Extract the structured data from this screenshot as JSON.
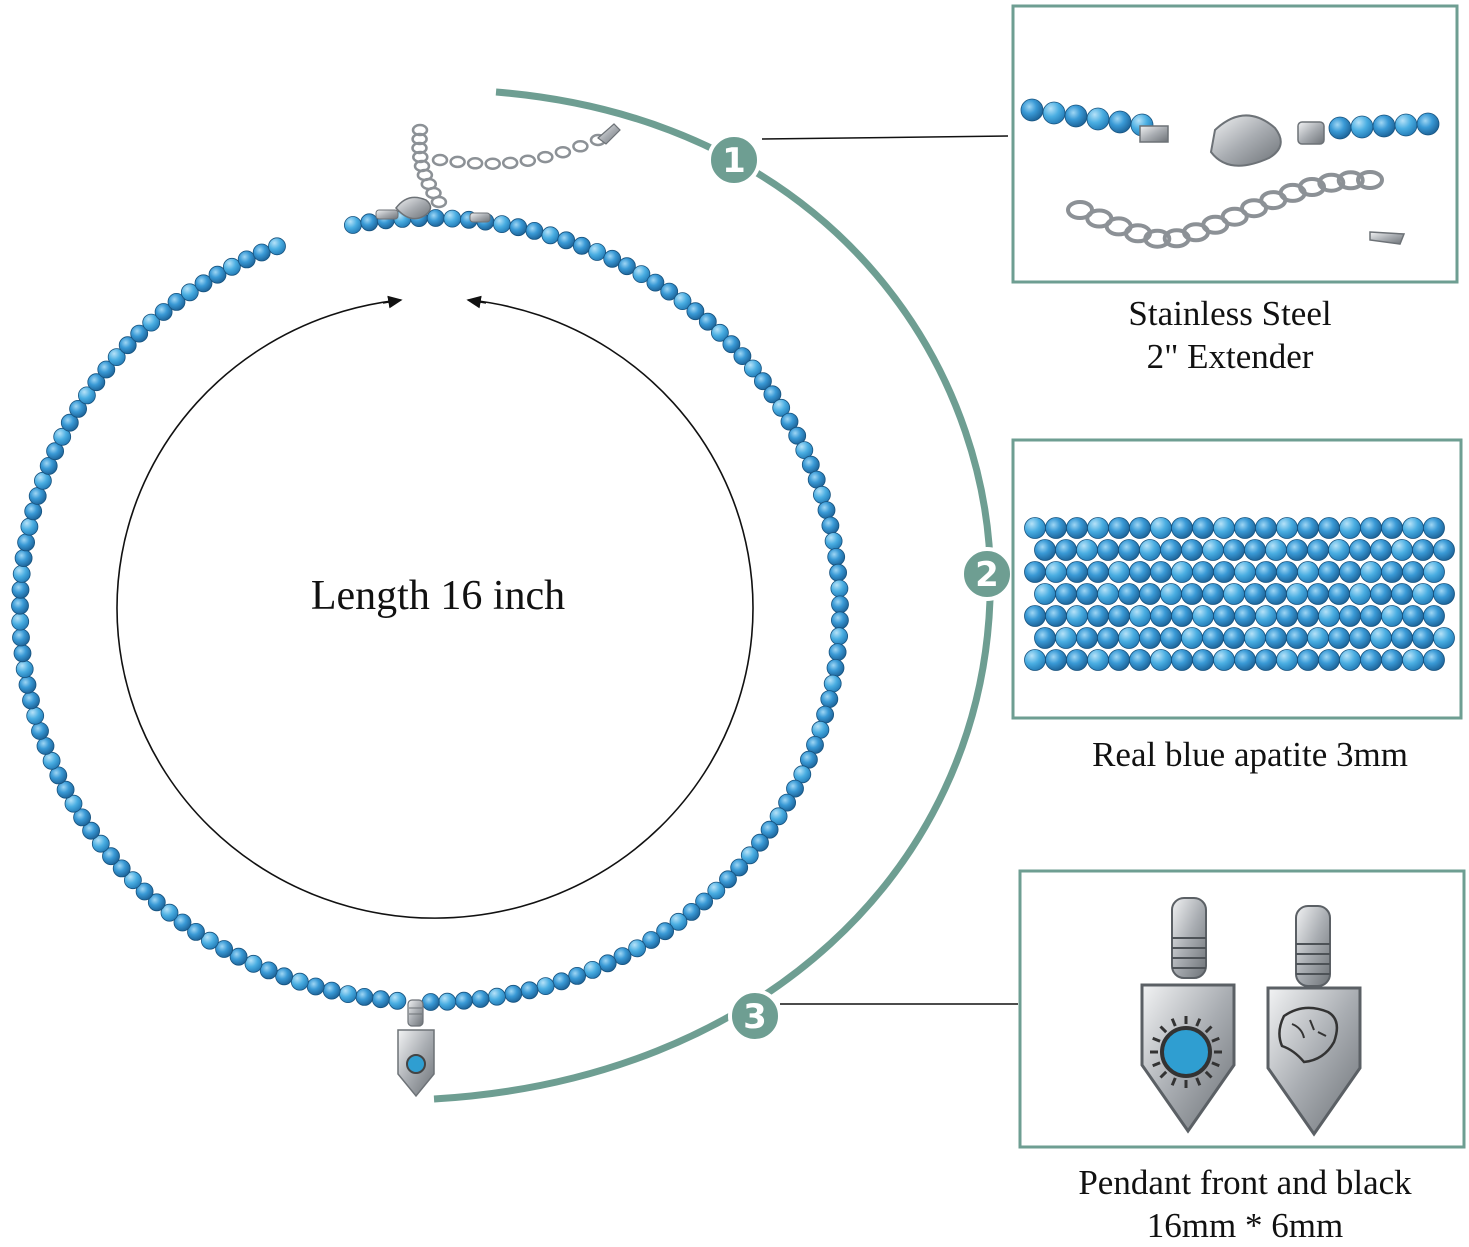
{
  "measurement": {
    "label": "Length 16 inch"
  },
  "callouts": [
    {
      "number": "1",
      "caption_lines": [
        "Stainless Steel",
        "2\" Extender"
      ]
    },
    {
      "number": "2",
      "caption_lines": [
        "Real blue apatite 3mm"
      ]
    },
    {
      "number": "3",
      "caption_lines": [
        "Pendant front and black",
        "16mm * 6mm"
      ]
    }
  ],
  "colors": {
    "frame": "#6e9e92",
    "arc": "#6e9e92",
    "bead_dark": "#1f6fa8",
    "bead_light": "#4aa8dc",
    "silver": "#b8bcc0",
    "background": "#ffffff"
  }
}
